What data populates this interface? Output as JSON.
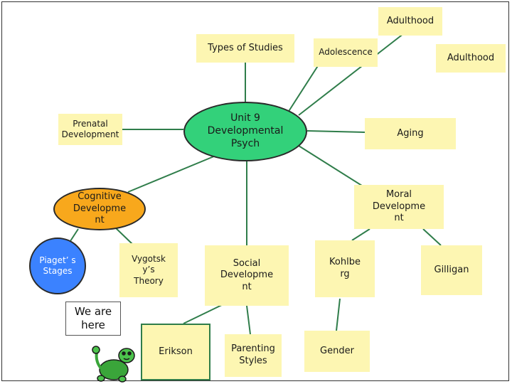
{
  "nodes": {
    "adulthood_top": "Adulthood",
    "types_of_studies": "Types of Studies",
    "adolescence": "Adolescence",
    "adulthood_right": "Adulthood",
    "prenatal": "Prenatal Development",
    "unit": "Unit 9 Developmental Psych",
    "aging": "Aging",
    "cognitive": "Cognitive Developme nt",
    "moral": "Moral Developme nt",
    "piaget": "Piaget’ s Stages",
    "vygotsky": "Vygotsk y’s Theory",
    "social": "Social Developme nt",
    "kohlberg": "Kohlbe rg",
    "gilligan": "Gilligan",
    "erikson": "Erikson",
    "parenting": "Parenting Styles",
    "gender": "Gender"
  },
  "callout": {
    "text": "We are here"
  },
  "colors": {
    "link": "#2f7d4a",
    "rect_fill": "#fdf6b2",
    "center_fill": "#33d17a",
    "cognitive_fill": "#f8a81c",
    "piaget_fill": "#3b82ff",
    "turtle_fill": "#3aa53a"
  },
  "icons": {
    "mascot": "turtle-icon"
  }
}
